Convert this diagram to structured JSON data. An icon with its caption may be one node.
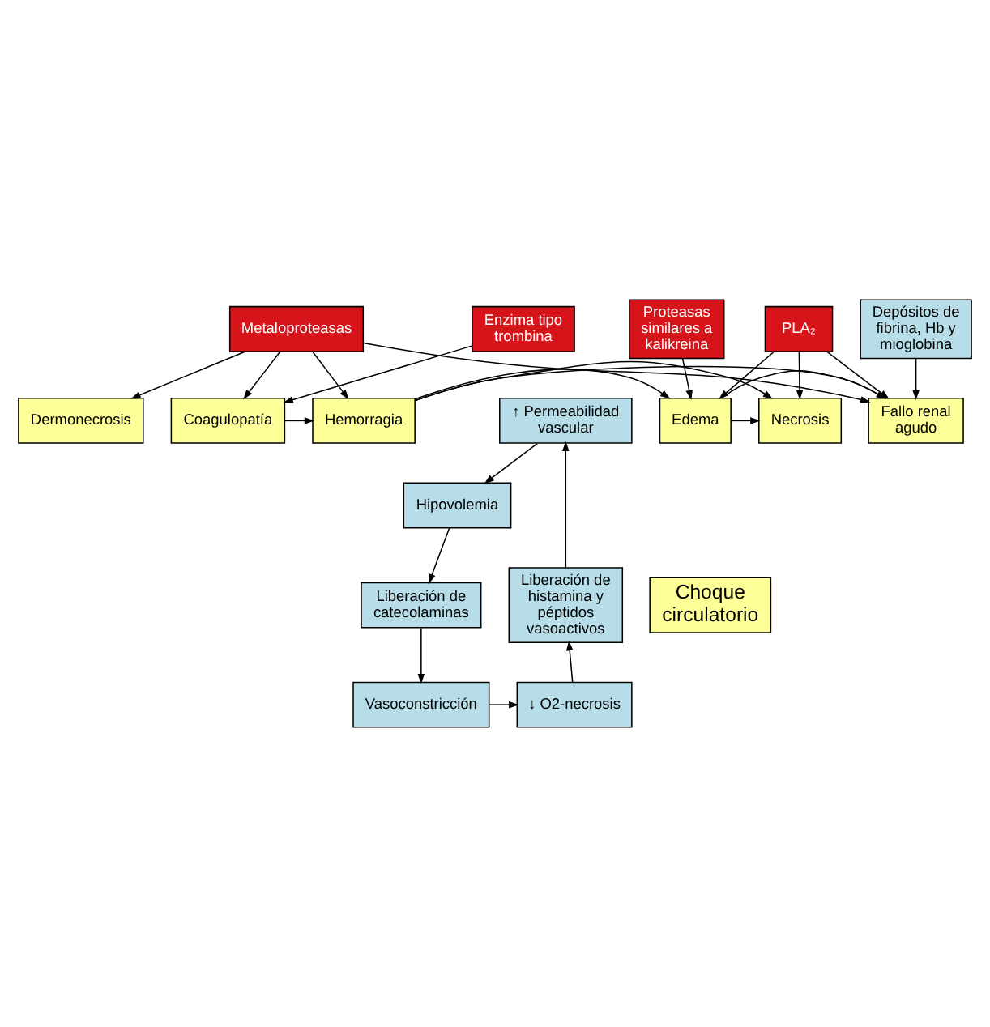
{
  "diagram": {
    "nodes": [
      {
        "text": [
          "Metaloproteasas"
        ]
      },
      {
        "text": [
          "Depósitos de fibrina, Hb y mioglobina"
        ]
      },
      {
        "text": [
          "Dermonecrosis"
        ]
      },
      {
        "text": [
          "Hemorragia"
        ]
      },
      {
        "text": [
          "Coagulopatía"
        ]
      },
      {
        "text": [
          "Edema"
        ]
      },
      {
        "text": [
          "Necrosis"
        ]
      },
      {
        "text": [
          "Fallo renal agudo"
        ]
      },
      {
        "text": [
          "Enzima tipo trombina"
        ]
      },
      {
        "text": [
          "PLA₂"
        ]
      },
      {
        "text": [
          "Proteasas similares a kalikreina"
        ]
      },
      {
        "text": [
          "Hipovolemia"
        ]
      },
      {
        "text": [
          "Liberación de catecolaminas"
        ]
      },
      {
        "text": [
          "Vasoconstricción"
        ]
      },
      {
        "text": [
          "↓ O2-necrosis"
        ]
      },
      {
        "text": [
          "Liberación de histamina y péptidos vasoactivos"
        ]
      },
      {
        "text": [
          "↑ Permeabilidad vascular"
        ]
      },
      {
        "text": [
          "Choque circulatorio"
        ]
      }
    ],
    "edges": [
      {
        "from": 0,
        "to": 3,
        "arrow": "to"
      },
      {
        "from": 0,
        "to": 4,
        "arrow": "to"
      },
      {
        "from": 0,
        "to": 2,
        "arrow": "to"
      },
      {
        "from": 0,
        "to": 7,
        "arrow": "to"
      },
      {
        "from": 1,
        "to": 7,
        "arrow": "to"
      },
      {
        "from": 3,
        "to": 6,
        "arrow": "to"
      },
      {
        "from": 3,
        "to": 5,
        "arrow": "to"
      },
      {
        "from": 5,
        "to": 6,
        "arrow": "to"
      },
      {
        "from": 4,
        "to": 3,
        "arrow": "to"
      },
      {
        "from": 8,
        "to": 4,
        "arrow": "to"
      },
      {
        "from": 10,
        "to": 5,
        "arrow": "to"
      },
      {
        "from": 9,
        "to": 5,
        "arrow": "to"
      },
      {
        "from": 9,
        "to": 6,
        "arrow": "to"
      },
      {
        "from": 9,
        "to": 7,
        "arrow": "to"
      },
      {
        "from": 5,
        "to": 7,
        "arrow": "to"
      },
      {
        "from": 3,
        "to": 7,
        "arrow": "to"
      },
      {
        "from": 11,
        "to": 12,
        "arrow": "to"
      },
      {
        "from": 12,
        "to": 13,
        "arrow": "to"
      },
      {
        "from": 13,
        "to": 14,
        "arrow": "to"
      },
      {
        "from": 14,
        "to": 15,
        "arrow": "to"
      },
      {
        "from": 15,
        "to": 16,
        "arrow": "to"
      },
      {
        "from": 16,
        "to": 11,
        "arrow": "to"
      }
    ]
  }
}
